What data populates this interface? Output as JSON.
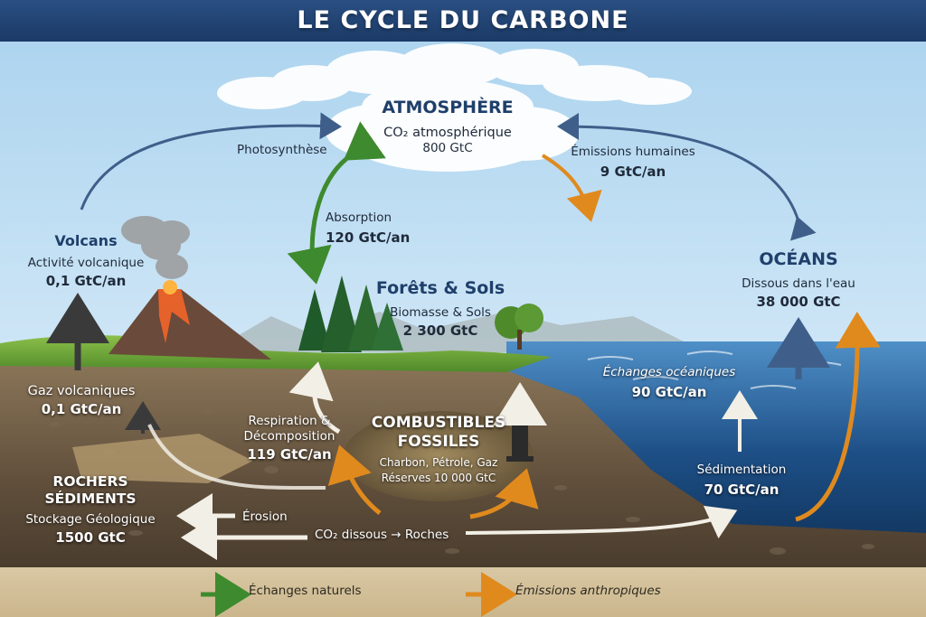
{
  "title": "LE CYCLE DU CARBONE",
  "atmosphere": {
    "name": "ATMOSPHÈRE",
    "line1": "CO₂ atmosphérique",
    "value": "800 GtC"
  },
  "photosynthesis": {
    "label": "Photosynthèse"
  },
  "human_emissions": {
    "label": "Émissions humaines",
    "value": "9 GtC/an"
  },
  "absorption": {
    "label": "Absorption",
    "value": "120 GtC/an"
  },
  "volcanoes": {
    "name": "Volcans",
    "line1": "Activité volcanique",
    "value": "0,1 GtC/an"
  },
  "forests": {
    "name": "Forêts & Sols",
    "line1": "Biomasse & Sols",
    "value": "2 300 GtC"
  },
  "oceans": {
    "name": "OCÉANS",
    "line1": "Dissous dans l'eau",
    "value": "38 000 GtC"
  },
  "ocean_exchange": {
    "label": "Échanges océaniques",
    "value": "90 GtC/an"
  },
  "volcanic_gas": {
    "label": "Gaz volcaniques",
    "value": "0,1 GtC/an"
  },
  "respiration": {
    "label_line1": "Respiration &",
    "label_line2": "Décomposition",
    "value": "119 GtC/an"
  },
  "fossil_fuels": {
    "name_line1": "COMBUSTIBLES",
    "name_line2": "FOSSILES",
    "line1": "Charbon, Pétrole, Gaz",
    "line2": "Réserves 10 000 GtC"
  },
  "rocks": {
    "name_line1": "ROCHERS",
    "name_line2": "SÉDIMENTS",
    "line1": "Stockage Géologique",
    "value": "1500 GtC"
  },
  "sedimentation": {
    "label": "Sédimentation",
    "value": "70 GtC/an"
  },
  "erosion": {
    "label": "Érosion"
  },
  "dissolved_co2": {
    "label": "CO₂ dissous → Roches"
  },
  "legend": {
    "natural": "Échanges naturels",
    "anthropic": "Émissions anthropiques"
  },
  "colors": {
    "natural_arrow": "#3e8a2e",
    "anthropic_arrow": "#e08a1e",
    "flow_arrow": "#3f5f8a",
    "ocean": "#1d4f86",
    "soil": "#6b5a45",
    "title_band": "#1f3f6b"
  }
}
